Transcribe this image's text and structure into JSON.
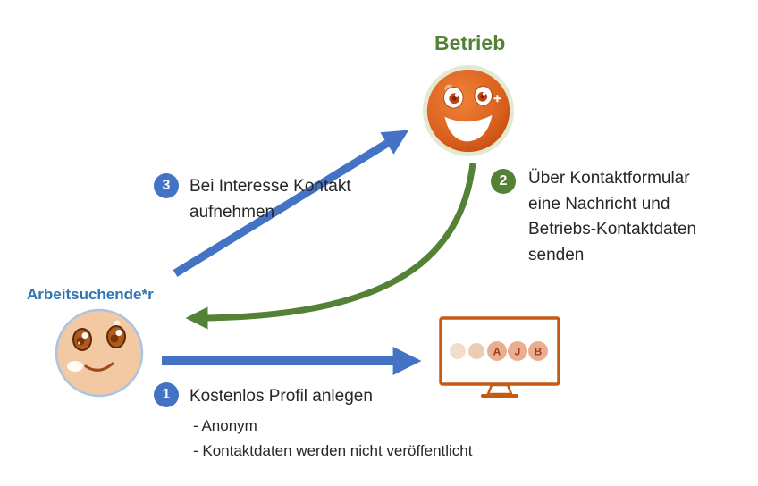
{
  "colors": {
    "blue": "#4472c4",
    "green": "#538135",
    "jobseeker_label_blue": "#2e75b6",
    "company_orange": "#d45a17",
    "jobseeker_peach": "#f3c9a4",
    "monitor_outline": "#c55a11",
    "text": "#262626"
  },
  "actors": {
    "company": {
      "label": "Betrieb"
    },
    "jobseeker": {
      "label": "Arbeitsuchende*r"
    }
  },
  "steps": [
    {
      "number": "1",
      "text": "Kostenlos Profil anlegen",
      "bullets": [
        "- Anonym",
        "- Kontaktdaten werden nicht veröffentlicht"
      ]
    },
    {
      "number": "2",
      "text": "Über Kontaktformular\neine Nachricht und\nBetriebs-Kontaktdaten\nsenden"
    },
    {
      "number": "3",
      "text": "Bei Interesse Kontakt\naufnehmen"
    }
  ],
  "monitor": {
    "letters": [
      "A",
      "J",
      "B"
    ]
  }
}
